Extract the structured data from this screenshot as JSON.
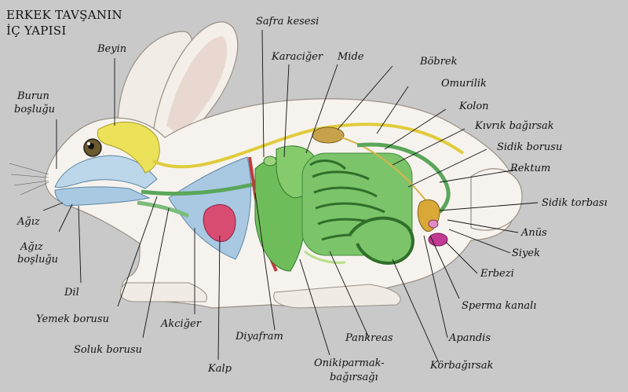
{
  "title": [
    "ERKEK TAVŞANIN",
    "İÇ YAPISI"
  ],
  "labels": {
    "beyin": "Beyin",
    "burun1": "Burun",
    "burun2": "boşluğu",
    "agiz": "Ağız",
    "agizbos1": "Ağız",
    "agizbos2": "boşluğu",
    "dil": "Dil",
    "yemek": "Yemek borusu",
    "soluk": "Soluk borusu",
    "akciger": "Akciğer",
    "kalp": "Kalp",
    "diyafram": "Diyafram",
    "safra": "Safra kesesi",
    "karaciger": "Karaciğer",
    "mide": "Mide",
    "bobrek": "Böbrek",
    "omurilik": "Omurilik",
    "kolon": "Kolon",
    "kivrik": "Kıvrık bağırsak",
    "sidikboru": "Sidik borusu",
    "rektum": "Rektum",
    "sidiktorba": "Sidik torbası",
    "anus": "Anüs",
    "siyek": "Siyek",
    "erbezi": "Erbezi",
    "sperma": "Sperma kanalı",
    "apandis": "Apandis",
    "korbag": "Körbağırsak",
    "oniki1": "Onikiparmak-",
    "oniki2": "bağırsağı",
    "pankreas": "Pankreas"
  },
  "colors": {
    "background": "#c9c9c9",
    "body": "#f6f3ee",
    "digestive": "#7cc46a",
    "digestive_dark": "#3f8a3a",
    "brain": "#ece25a",
    "kidney": "#c8a24a",
    "heart": "#d94c72",
    "lung": "#a9c8e2",
    "diaphragm": "#c23a3a",
    "bladder": "#d9a836"
  }
}
